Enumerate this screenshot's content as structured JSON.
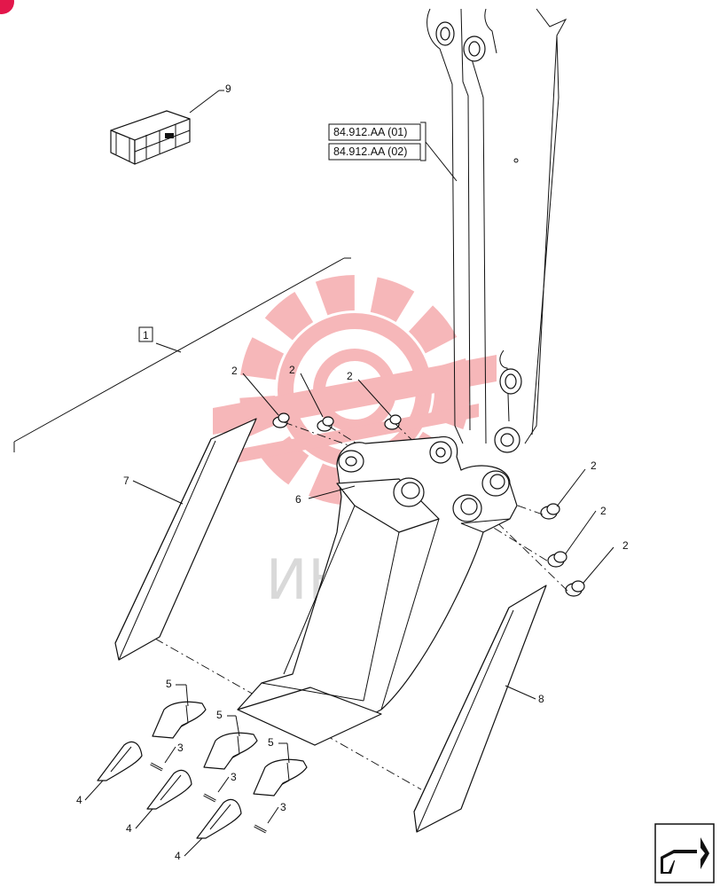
{
  "references": {
    "ref_1": "84.912.AA (01)",
    "ref_2": "84.912.AA (02)"
  },
  "kit_label": "1",
  "callouts": {
    "c9": "9",
    "c2a": "2",
    "c2b": "2",
    "c2c": "2",
    "c2d": "2",
    "c2e": "2",
    "c2f": "2",
    "c6": "6",
    "c7": "7",
    "c8": "8",
    "c5a": "5",
    "c5b": "5",
    "c5c": "5",
    "c3a": "3",
    "c3b": "3",
    "c3c": "3",
    "c4a": "4",
    "c4b": "4",
    "c4c": "4"
  },
  "watermark": "ИНТЕХ",
  "colors": {
    "watermark_logo": "#e8333a",
    "line": "#111111"
  },
  "icons": {
    "nav_arrow": "arrow-icon",
    "kit_box": "crate-icon"
  }
}
